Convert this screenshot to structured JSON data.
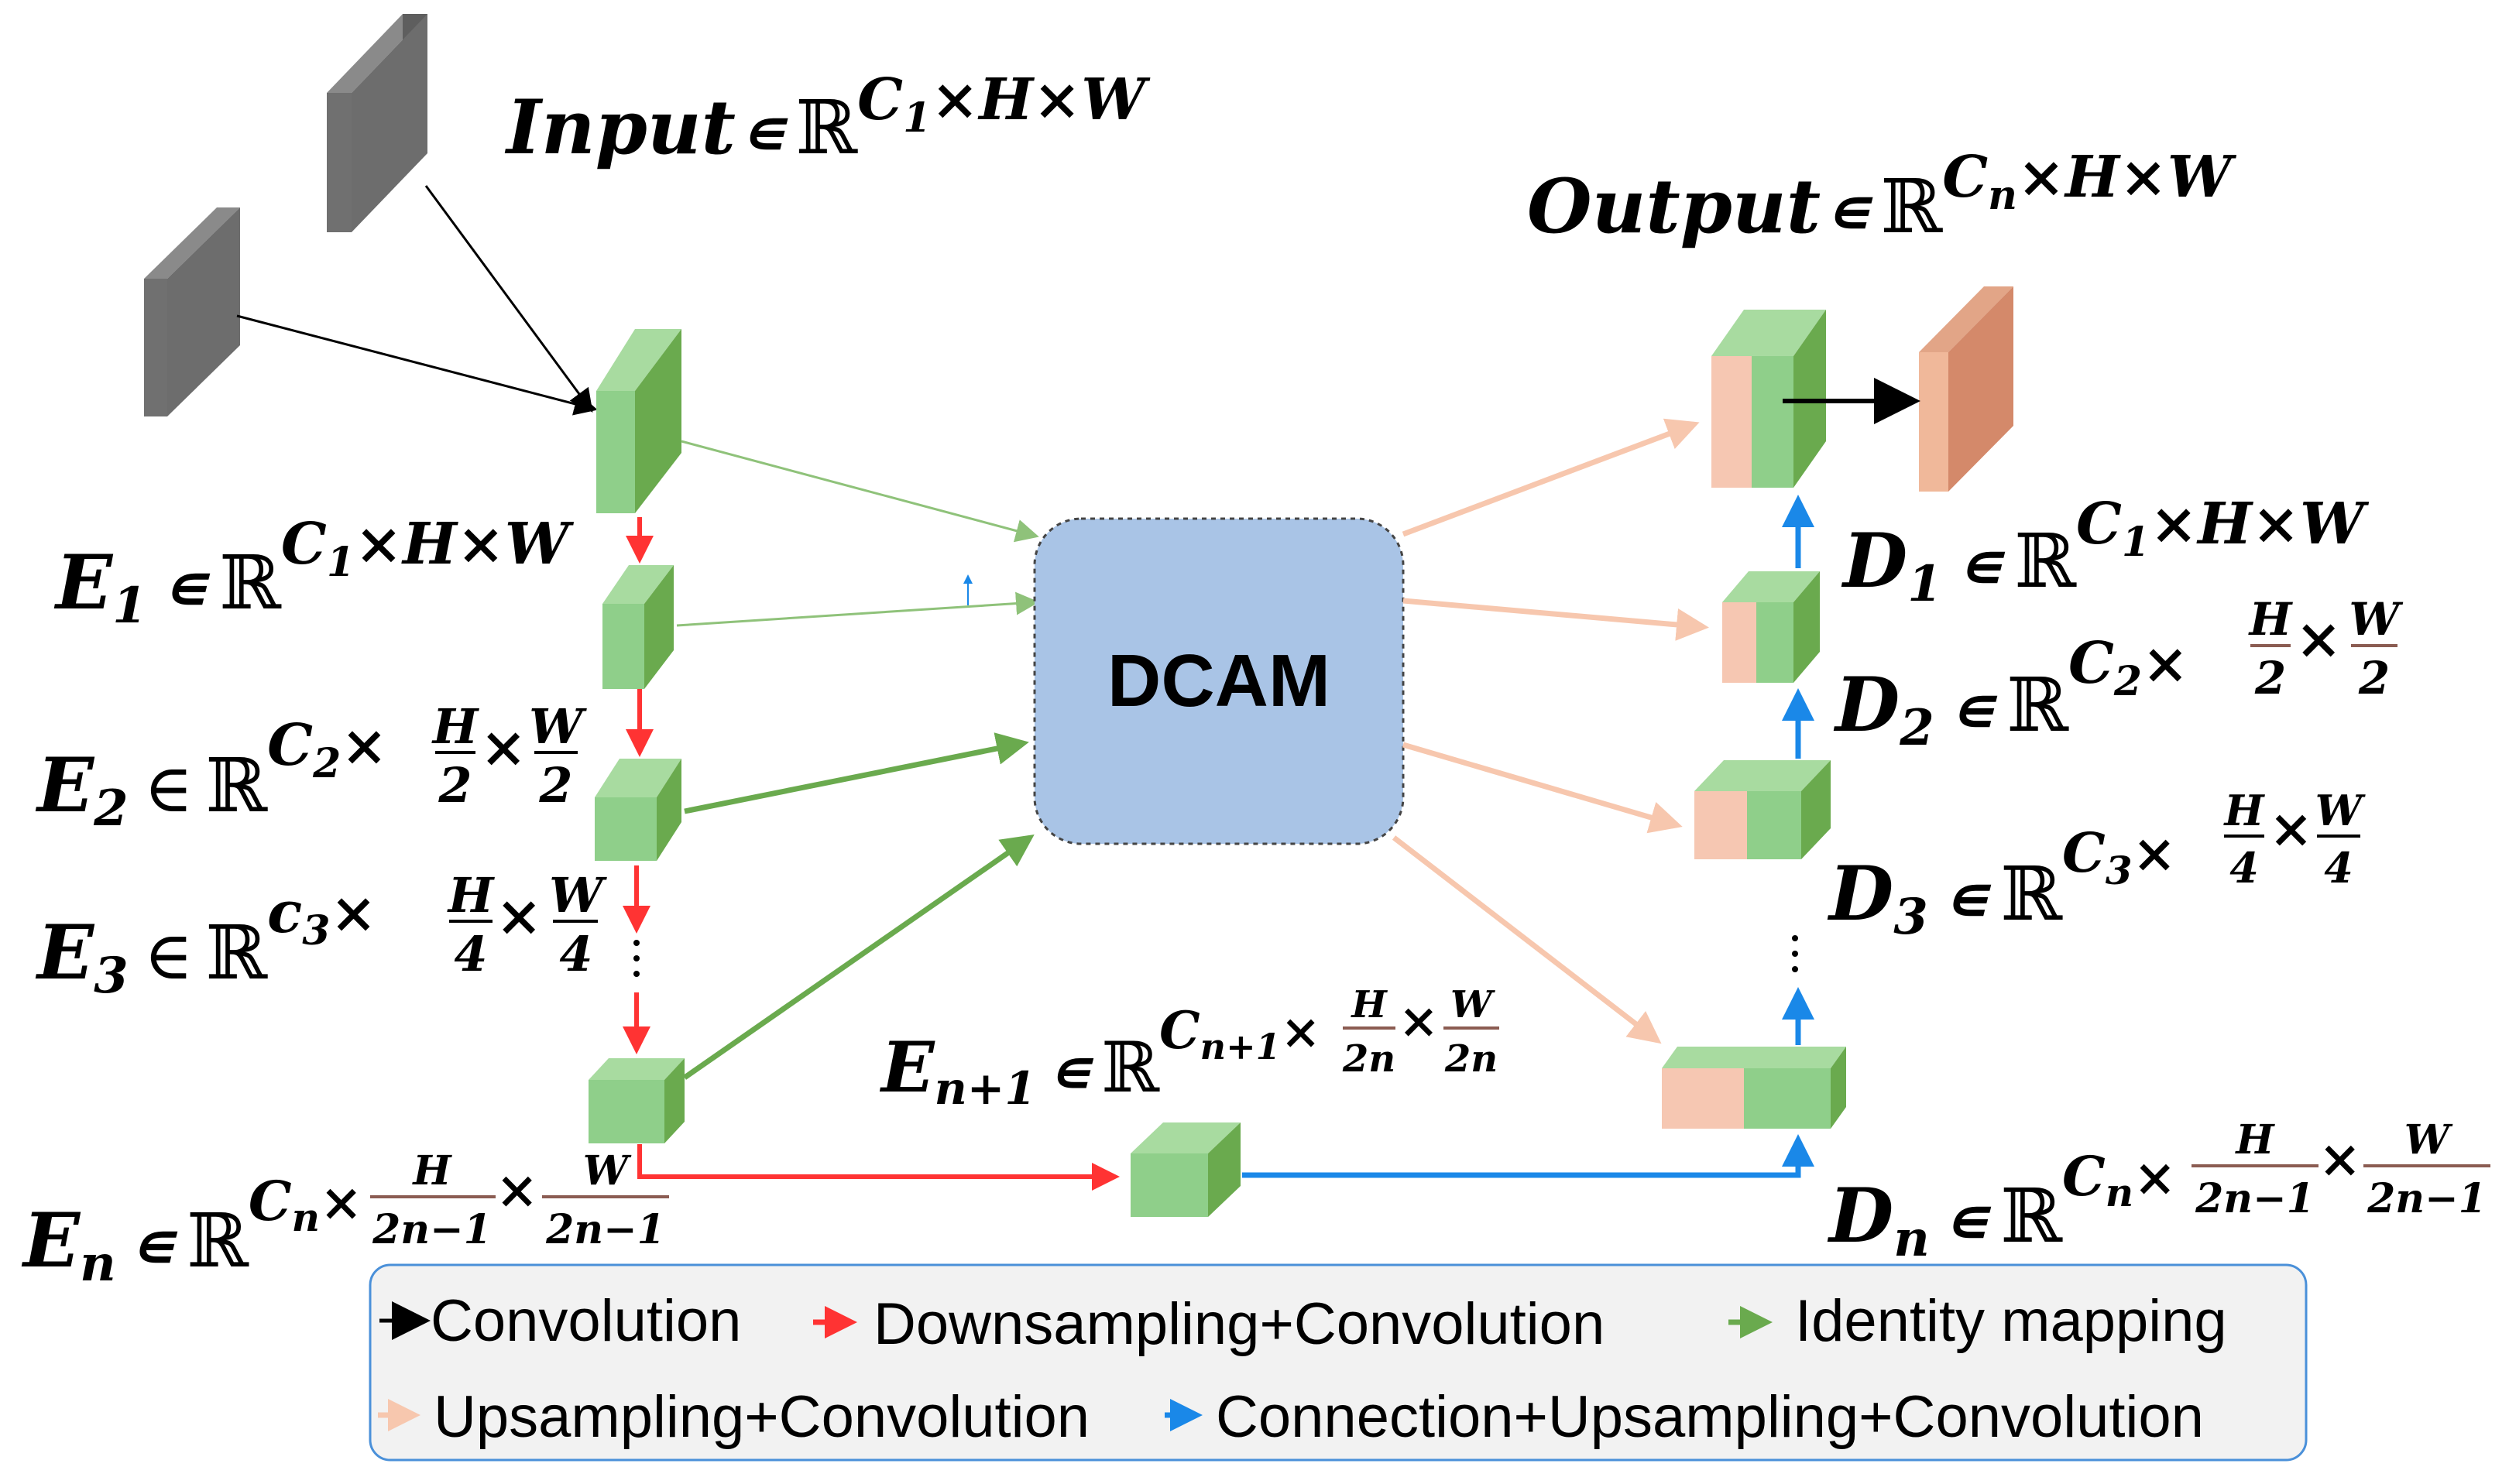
{
  "colors": {
    "convolution": "#000000",
    "downsampling": "#ff3333",
    "identity": "#6aaa4e",
    "upsampling": "#f7c7ae",
    "connection": "#1a88e8",
    "encoder_block": "#8fcf8a",
    "decoder_partial": "#f6c7b2",
    "output_block": "#d4896a",
    "core_fill": "#a9c4e6",
    "legend_bg": "#f2f2f2",
    "legend_border": "#4a90d9"
  },
  "core": {
    "label": "DCAM"
  },
  "labels": {
    "input": {
      "base": "Input",
      "rel": "∊",
      "set": "ℝ",
      "sup": "C",
      "sub": "1",
      "tail": "×H×W"
    },
    "output": {
      "base": "Output",
      "rel": "∊",
      "set": "ℝ",
      "sup": "C",
      "sub": "n",
      "tail": "×H×W"
    },
    "E1": {
      "base": "E",
      "sub": "1",
      "rel": "∊",
      "set": "ℝ",
      "sup": "C",
      "supsub": "1",
      "tail": "×H×W"
    },
    "E2": {
      "base": "E",
      "sub": "2",
      "rel": "∈",
      "set": "ℝ",
      "sup": "C",
      "supsub": "2",
      "t1": "×",
      "f1n": "H",
      "f1d": "2",
      "t2": "×",
      "f2n": "W",
      "f2d": "2"
    },
    "E3": {
      "base": "E",
      "sub": "3",
      "rel": "∈",
      "set": "ℝ",
      "sup": "c",
      "supsub": "3",
      "t1": "×",
      "f1n": "H",
      "f1d": "4",
      "t2": "×",
      "f2n": "W",
      "f2d": "4"
    },
    "En": {
      "base": "E",
      "sub": "n",
      "rel": "∊",
      "set": "ℝ",
      "sup": "C",
      "supsub": "n",
      "t1": "×",
      "f1n": "H",
      "f1d": "2n−1",
      "t2": "×",
      "f2n": "W",
      "f2d": "2n−1"
    },
    "En1": {
      "base": "E",
      "sub": "n+1",
      "rel": "∊",
      "set": "ℝ",
      "sup": "C",
      "supsub": "n+1",
      "t1": "×",
      "f1n": "H",
      "f1d": "2n",
      "t2": "×",
      "f2n": "W",
      "f2d": "2n"
    },
    "D1": {
      "base": "D",
      "sub": "1",
      "rel": "∊",
      "set": "ℝ",
      "sup": "C",
      "supsub": "1",
      "tail": "×H×W"
    },
    "D2": {
      "base": "D",
      "sub": "2",
      "rel": "∊",
      "set": "ℝ",
      "sup": "C",
      "supsub": "2",
      "t1": "×",
      "f1n": "H",
      "f1d": "2",
      "t2": "×",
      "f2n": "W",
      "f2d": "2"
    },
    "D3": {
      "base": "D",
      "sub": "3",
      "rel": "∊",
      "set": "ℝ",
      "sup": "C",
      "supsub": "3",
      "t1": "×",
      "f1n": "H",
      "f1d": "4",
      "t2": "×",
      "f2n": "W",
      "f2d": "4"
    },
    "Dn": {
      "base": "D",
      "sub": "n",
      "rel": "∊",
      "set": "ℝ",
      "sup": "C",
      "supsub": "n",
      "t1": "×",
      "f1n": "H",
      "f1d": "2n−1",
      "t2": "×",
      "f2n": "W",
      "f2d": "2n−1"
    }
  },
  "legend": {
    "items": [
      {
        "label": "Convolution",
        "color": "#000000"
      },
      {
        "label": "Downsampling+Convolution",
        "color": "#ff3333"
      },
      {
        "label": "Identity mapping",
        "color": "#6aaa4e"
      },
      {
        "label": "Upsampling+Convolution",
        "color": "#f7c7ae"
      },
      {
        "label": "Connection+Upsampling+Convolution",
        "color": "#1a88e8"
      }
    ]
  }
}
